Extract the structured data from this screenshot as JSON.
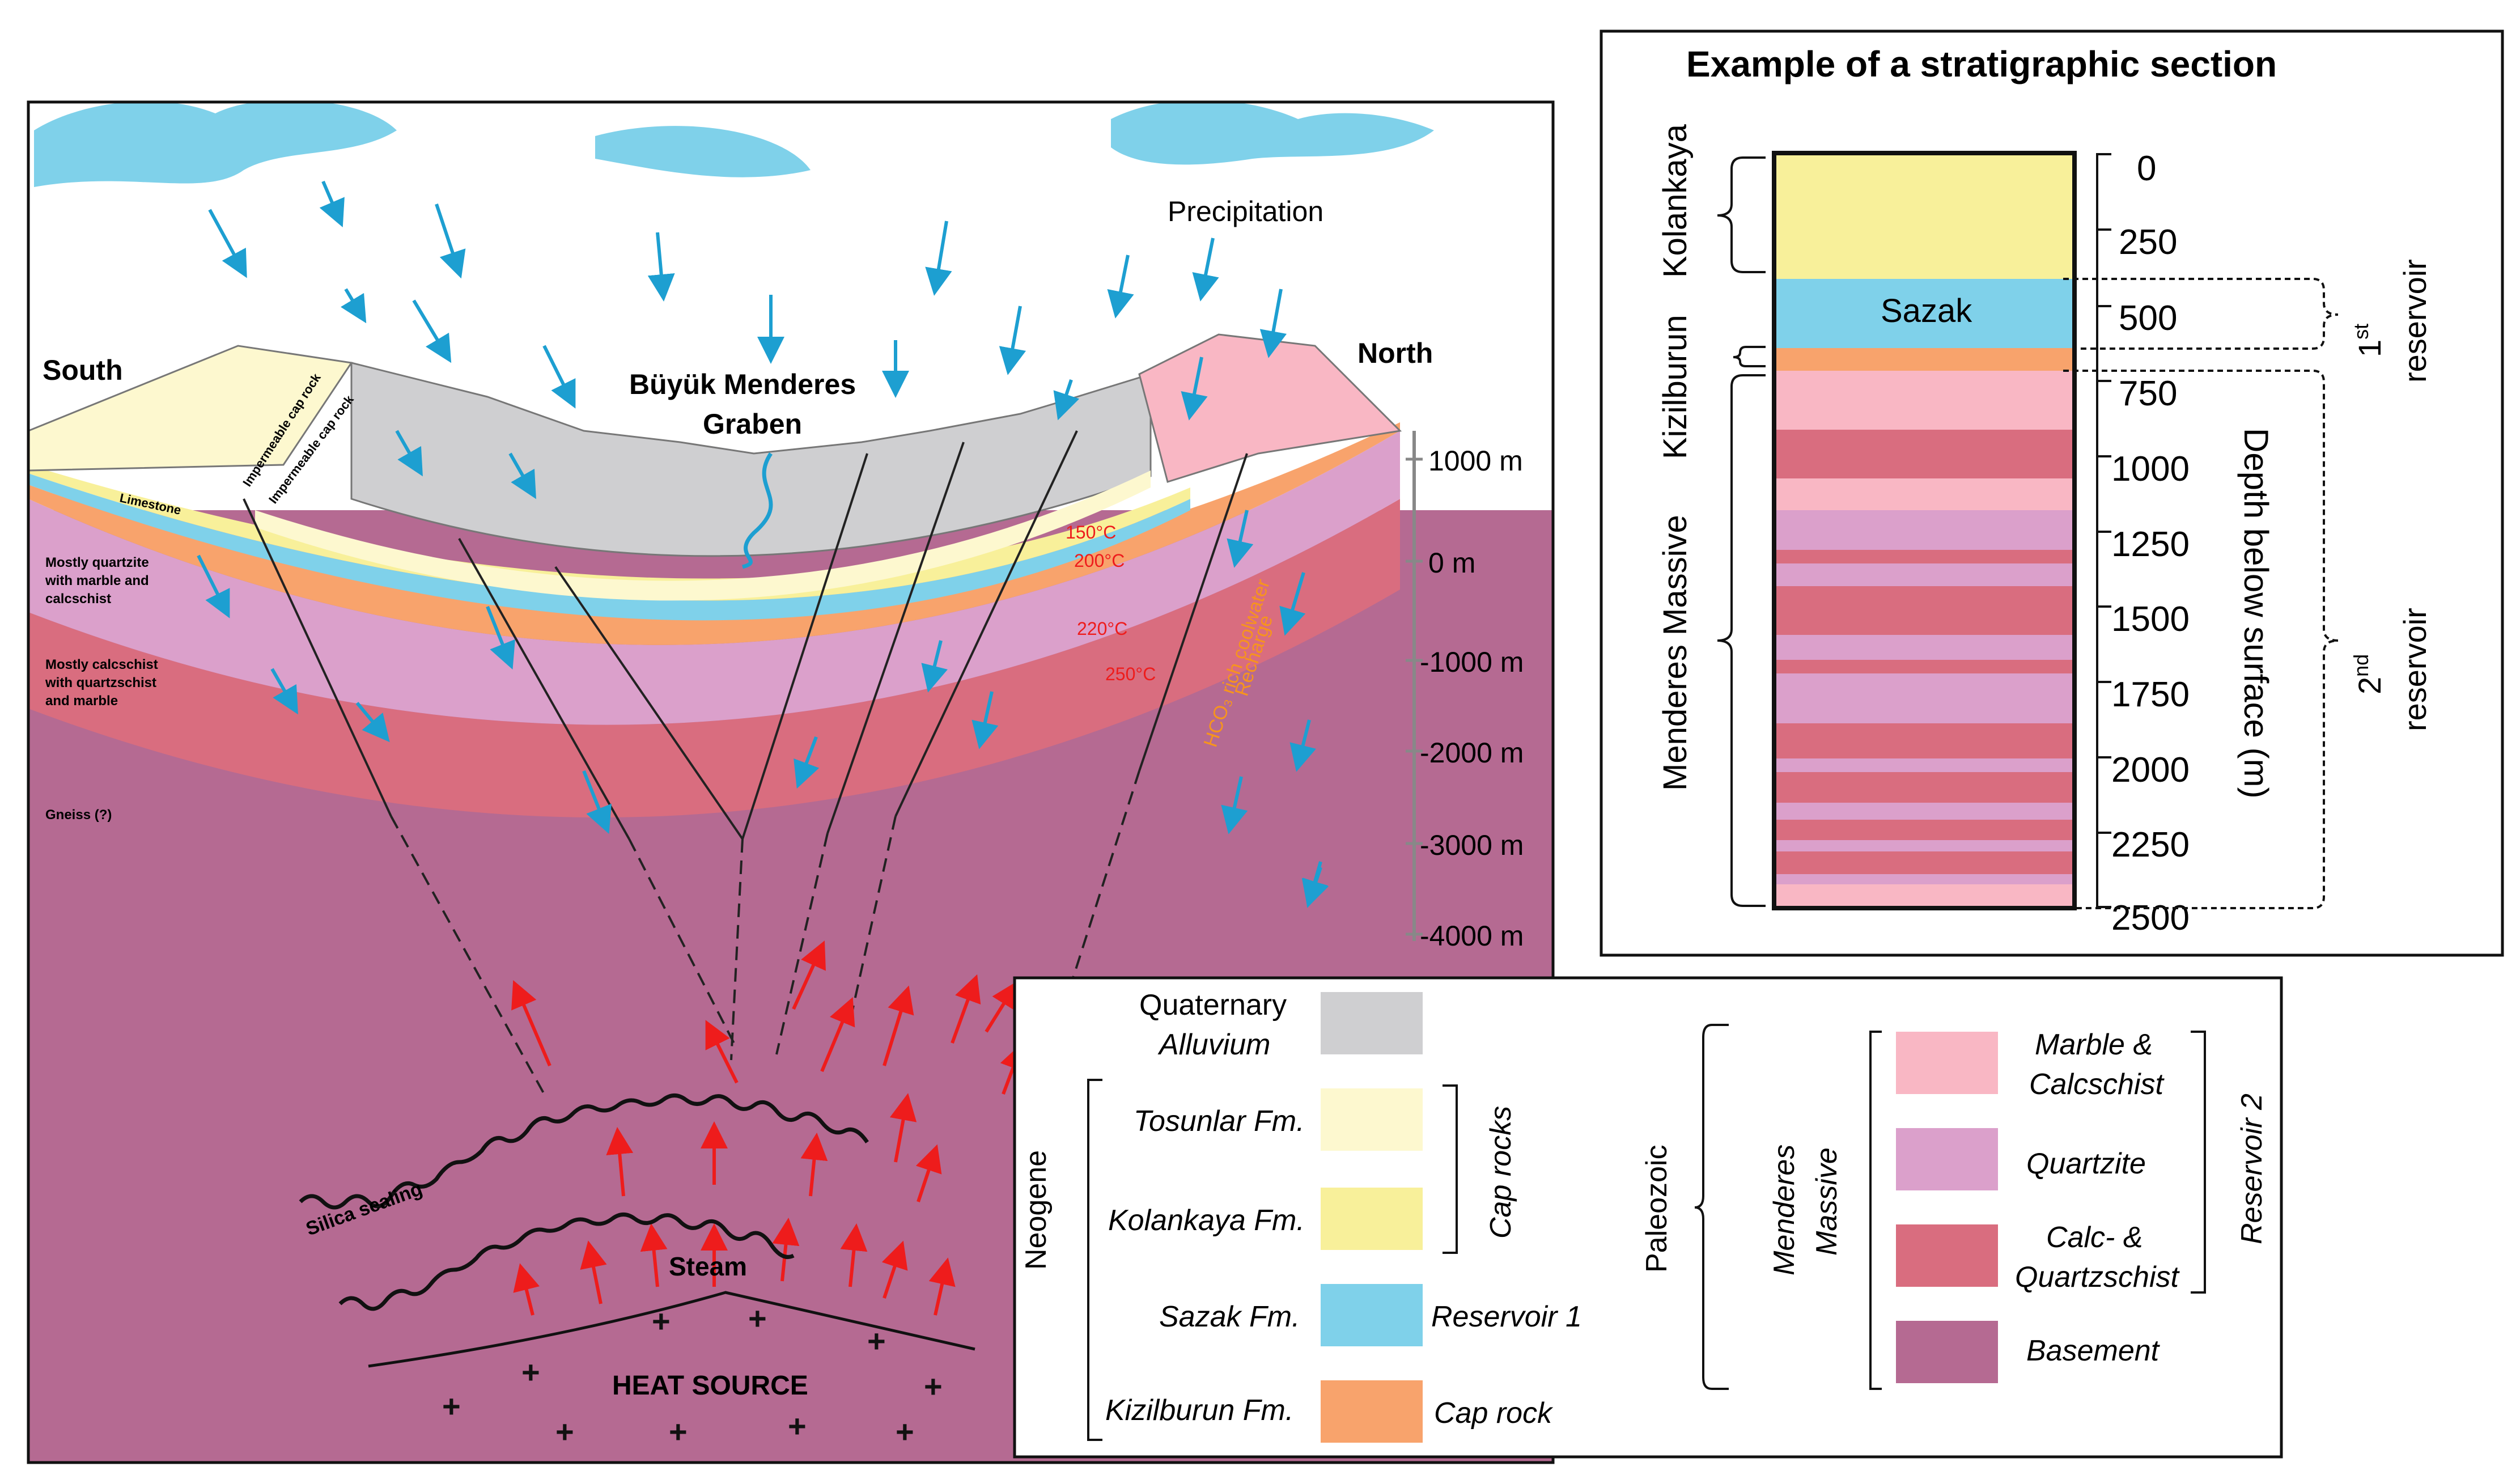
{
  "cross_section": {
    "south": "South",
    "north": "North",
    "graben": [
      "Büyük Menderes",
      "Graben"
    ],
    "precipitation": "Precipitation",
    "depth_scale": [
      "1000 m",
      "0 m",
      "-1000 m",
      "-2000 m",
      "-3000 m",
      "-4000 m"
    ],
    "layer_labels": {
      "cap_rock_1": "Impermeable cap rock",
      "cap_rock_2": "Impermeable cap rock",
      "limestone": "Limestone",
      "quartzite": [
        "Mostly quartzite",
        "with marble and",
        "calcschist"
      ],
      "calcschist": [
        "Mostly calcschist",
        "with quartzschist",
        "and marble"
      ],
      "gneiss": "Gneiss (?)"
    },
    "temperatures": [
      "150°C",
      "200°C",
      "220°C",
      "250°C"
    ],
    "recharge": [
      "HCO₃ rich coolwater",
      "Recharge"
    ],
    "silica": "Silica sealing",
    "steam": "Steam",
    "heat_source": "HEAT SOURCE"
  },
  "strat_section": {
    "title": "Example of a stratigraphic section",
    "units": [
      "Kolankaya",
      "Kizilburun",
      "Menderes Massive"
    ],
    "sazak_label": "Sazak",
    "depth_ticks": [
      "0",
      "250",
      "500",
      "750",
      "1000",
      "1250",
      "1500",
      "1750",
      "2000",
      "2250",
      "2500"
    ],
    "depth_axis": "Depth below surface (m)",
    "reservoir1": [
      "1",
      "st",
      "reservoir"
    ],
    "reservoir2": [
      "2",
      "nd",
      "reservoir"
    ]
  },
  "legend": {
    "quaternary": "Quaternary",
    "alluvium": "Alluvium",
    "tosunlar": "Tosunlar Fm.",
    "kolankaya": "Kolankaya Fm.",
    "sazak": "Sazak Fm.",
    "kizilburun": "Kizilburun Fm.",
    "neogene": "Neogene",
    "cap_rocks": "Cap rocks",
    "reservoir1": "Reservoir 1",
    "cap_rock": "Cap rock",
    "paleozoic": "Paleozoic",
    "menderes": [
      "Menderes",
      "Massive"
    ],
    "marble": [
      "Marble &",
      "Calcschist"
    ],
    "quartzite": "Quartzite",
    "calc": [
      "Calc- &",
      "Quartzschist"
    ],
    "basement": "Basement",
    "reservoir2": "Reservoir 2"
  },
  "colors": {
    "alluvium": "#cfcfd1",
    "tosunlar": "#fdf8cf",
    "kolankaya": "#f8f09a",
    "sazak": "#7fd1ea",
    "kizilburun": "#f8a36c",
    "marble": "#f9b7c4",
    "quartzite": "#dba0cb",
    "calcschist": "#d96d7f",
    "basement": "#b56a92",
    "water_arrow": "#1d9fd1",
    "heat_arrow": "#ee1c1c",
    "cloud": "#7fd1ea"
  }
}
